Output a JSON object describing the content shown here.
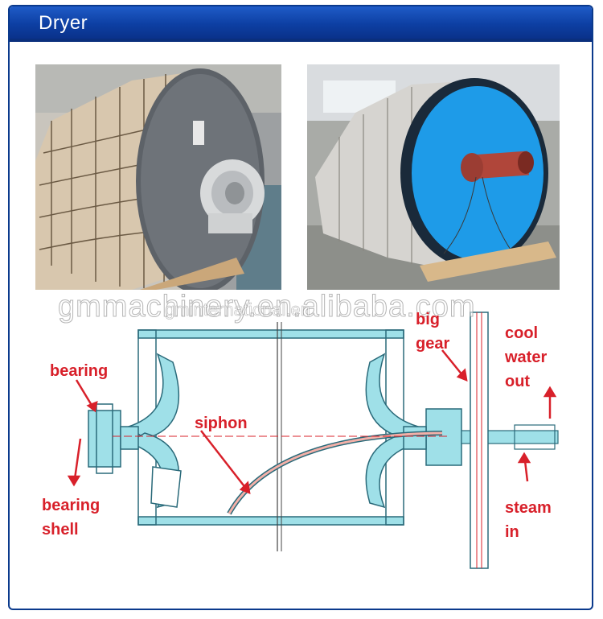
{
  "header": {
    "title": "Dryer"
  },
  "watermark": {
    "main": "gmmachinery.en.alibaba.com",
    "sub": "gminternational.en"
  },
  "labels": {
    "bearing": "bearing",
    "bearing_shell_1": "bearing",
    "bearing_shell_2": "shell",
    "siphon": "siphon",
    "big_gear_1": "big",
    "big_gear_2": "gear",
    "cool_1": "cool",
    "cool_2": "water",
    "cool_3": "out",
    "steam_1": "steam",
    "steam_2": "in"
  },
  "colors": {
    "header": "#0d3fa3",
    "label": "#d8202a",
    "diagram_fill": "#9fe0e8",
    "diagram_stroke": "#2a6a7a",
    "drum_blue": "#1e9be8"
  }
}
